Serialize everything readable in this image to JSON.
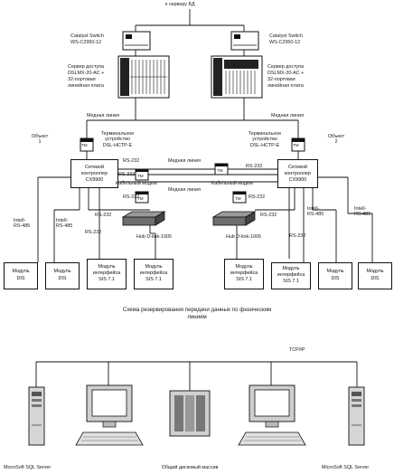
{
  "top": {
    "db_server": "к серверу БД",
    "switch_left": [
      "Catalyst Switch",
      "WS-C2950-12"
    ],
    "switch_right": [
      "Catalyst Switch",
      "WS-C2950-12"
    ],
    "access_left": [
      "Сервер доступа",
      "DSLMX-20-AC +",
      "32-портовая",
      "линейная плата"
    ],
    "access_right": [
      "Сервер доступа",
      "DSLMX-20-AC +",
      "32-портовая",
      "линейная плата"
    ]
  },
  "labels": {
    "copper_line": "Медная линия",
    "copper_line_right": "Медная линия",
    "object1": [
      "Объект",
      "1"
    ],
    "object2": [
      "Объект",
      "2"
    ],
    "terminal_left": [
      "Терминальное",
      "устройство",
      "DSL-HCTP-E"
    ],
    "terminal_right": [
      "Терминальное",
      "устройство",
      "DSL-HCTP-E"
    ],
    "copper_mid": "Медная линия",
    "copper_low": "Медная линия",
    "cable_modem_left": "Кабельный модем",
    "cable_modem_right": "Кабельный модем",
    "rs232": "RS-232",
    "tm": "TM",
    "intel_rs485": [
      "IntelI-",
      "RS-485"
    ],
    "hub": "Hub D-link-1005"
  },
  "controllers": {
    "left": [
      "Сетевой",
      "контроллер",
      "CX9900"
    ],
    "right": [
      "Сетевой",
      "контроллер",
      "CX9900"
    ]
  },
  "modules": {
    "dis": [
      "Модуль",
      "DIS"
    ],
    "sis": [
      "Модуль",
      "интерфейса",
      "SIS 7.1"
    ]
  },
  "caption": [
    "Схема резервирования передачи данных по физическим",
    "линиям"
  ],
  "network": {
    "protocol": "TCP/IP",
    "server_left": "MicroSoft SQL Server",
    "storage": "Общий дисковый массив",
    "server_right": "MicroSoft SQL Server"
  }
}
